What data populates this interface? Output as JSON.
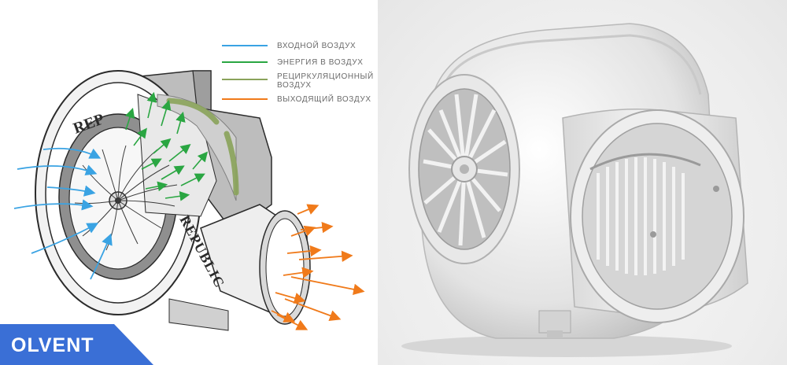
{
  "legend": [
    {
      "label": "ВХОДНОЙ ВОЗДУХ",
      "color": "#3aa3e3"
    },
    {
      "label": "ЭНЕРГИЯ В ВОЗДУХ",
      "color": "#2aa642"
    },
    {
      "label": "РЕЦИРКУЛЯЦИОННЫЙ",
      "label2": "ВОЗДУХ",
      "color": "#8aa35a"
    },
    {
      "label": "ВЫХОДЯЩИЙ ВОЗДУХ",
      "color": "#f07a1a"
    }
  ],
  "housing_marks": {
    "top": "REP",
    "side": "REPUBLIC"
  },
  "brand": {
    "name": "OLVENT",
    "badge_color": "#3a6fd6"
  }
}
